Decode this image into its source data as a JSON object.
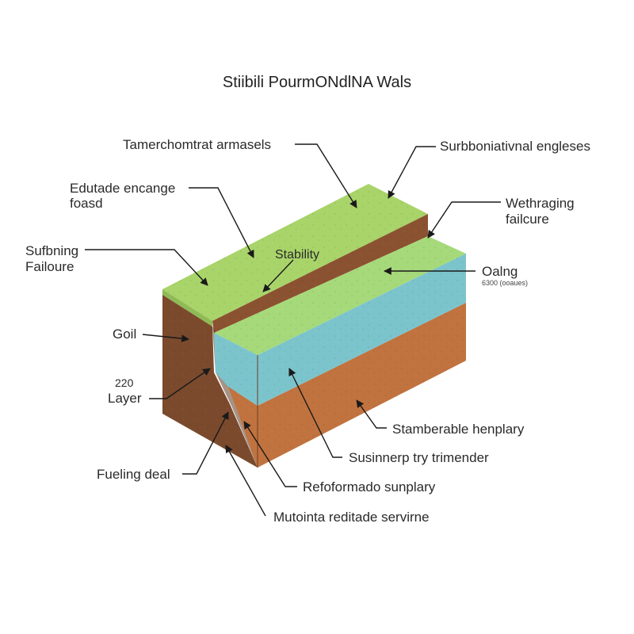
{
  "title": "Stiibili PourmONdlNA Wals",
  "labels": {
    "top_left": "Tamerchomtrat armasels",
    "top_right": "Surbboniativnal engleses",
    "edutade_1": "Edutade encange",
    "edutade_2": "foasd",
    "wethraging_1": "Wethraging",
    "wethraging_2": "failcure",
    "sufbning_1": "Sufbning",
    "sufbning_2": "Failoure",
    "stability": "Stability",
    "oalng": "Oalng",
    "oalng_sub": "6300 (ooaues)",
    "goil": "Goil",
    "layer_num": "220",
    "layer": "Layer",
    "stamberable": "Stamberable henplary",
    "susinnerp": "Susinnerp try trimender",
    "fueling": "Fueling deal",
    "refoformado": "Refoformado sunplary",
    "mutointa": "Mutointa reditade servirne"
  },
  "colors": {
    "grass_top": "#a9d46a",
    "soil_brown": "#7b4a2d",
    "soil_brown_dark": "#5e3820",
    "soil_orange": "#c1733f",
    "water_blue": "#7cc4cc",
    "water_top": "#a6d97a"
  }
}
